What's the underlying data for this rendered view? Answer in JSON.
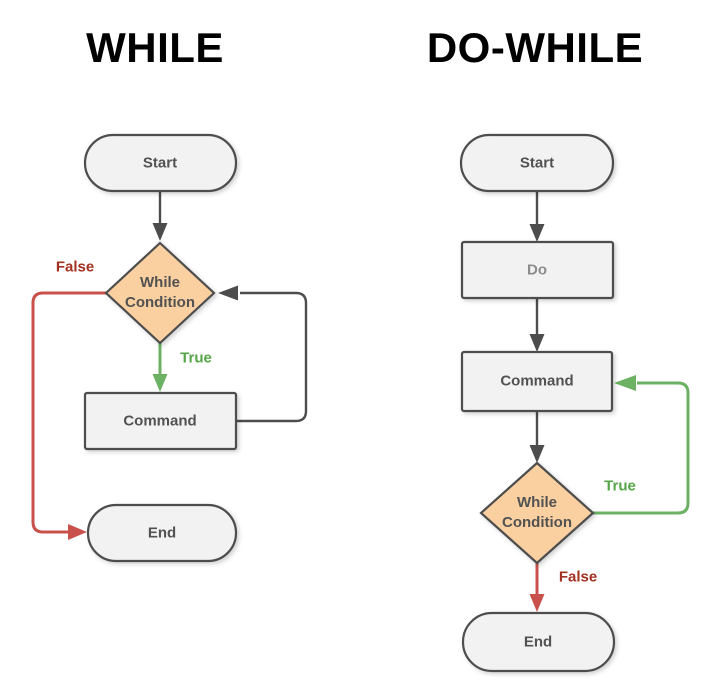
{
  "colors": {
    "line_gray": "#4D4D4D",
    "shape_border": "#4D4D4D",
    "shape_fill": "#F2F2F2",
    "diamond_fill": "#FAD0A0",
    "red_line": "#C8514C",
    "red_text": "#A33122",
    "green_line": "#6CB164",
    "green_text": "#55A546",
    "node_text": "#525252",
    "muted_text": "#8C8C8C",
    "title_text": "#000000"
  },
  "while_chart": {
    "title": "WHILE",
    "nodes": {
      "start": "Start",
      "condition": "While Condition",
      "command": "Command",
      "end": "End"
    },
    "edge_labels": {
      "false": "False",
      "true": "True"
    }
  },
  "do_while_chart": {
    "title": "DO-WHILE",
    "nodes": {
      "start": "Start",
      "do": "Do",
      "command": "Command",
      "condition": "While Condition",
      "end": "End"
    },
    "edge_labels": {
      "true": "True",
      "false": "False"
    }
  }
}
